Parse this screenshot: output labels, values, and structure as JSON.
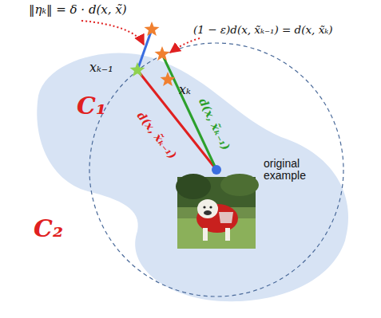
{
  "diagram": {
    "labels": [
      "‖ηₖ‖ = δ · d(x, x̃)",
      "(1 − ε)d(x, x̃ₖ₋₁) = d(x, x̃ₖ)",
      "xₖ₋₁",
      "xₖ",
      "d(x, x̃ₖ₋₁)",
      "d(x, x̃ₖ₋₁)",
      "original example",
      "C₁",
      "C₂"
    ]
  }
}
